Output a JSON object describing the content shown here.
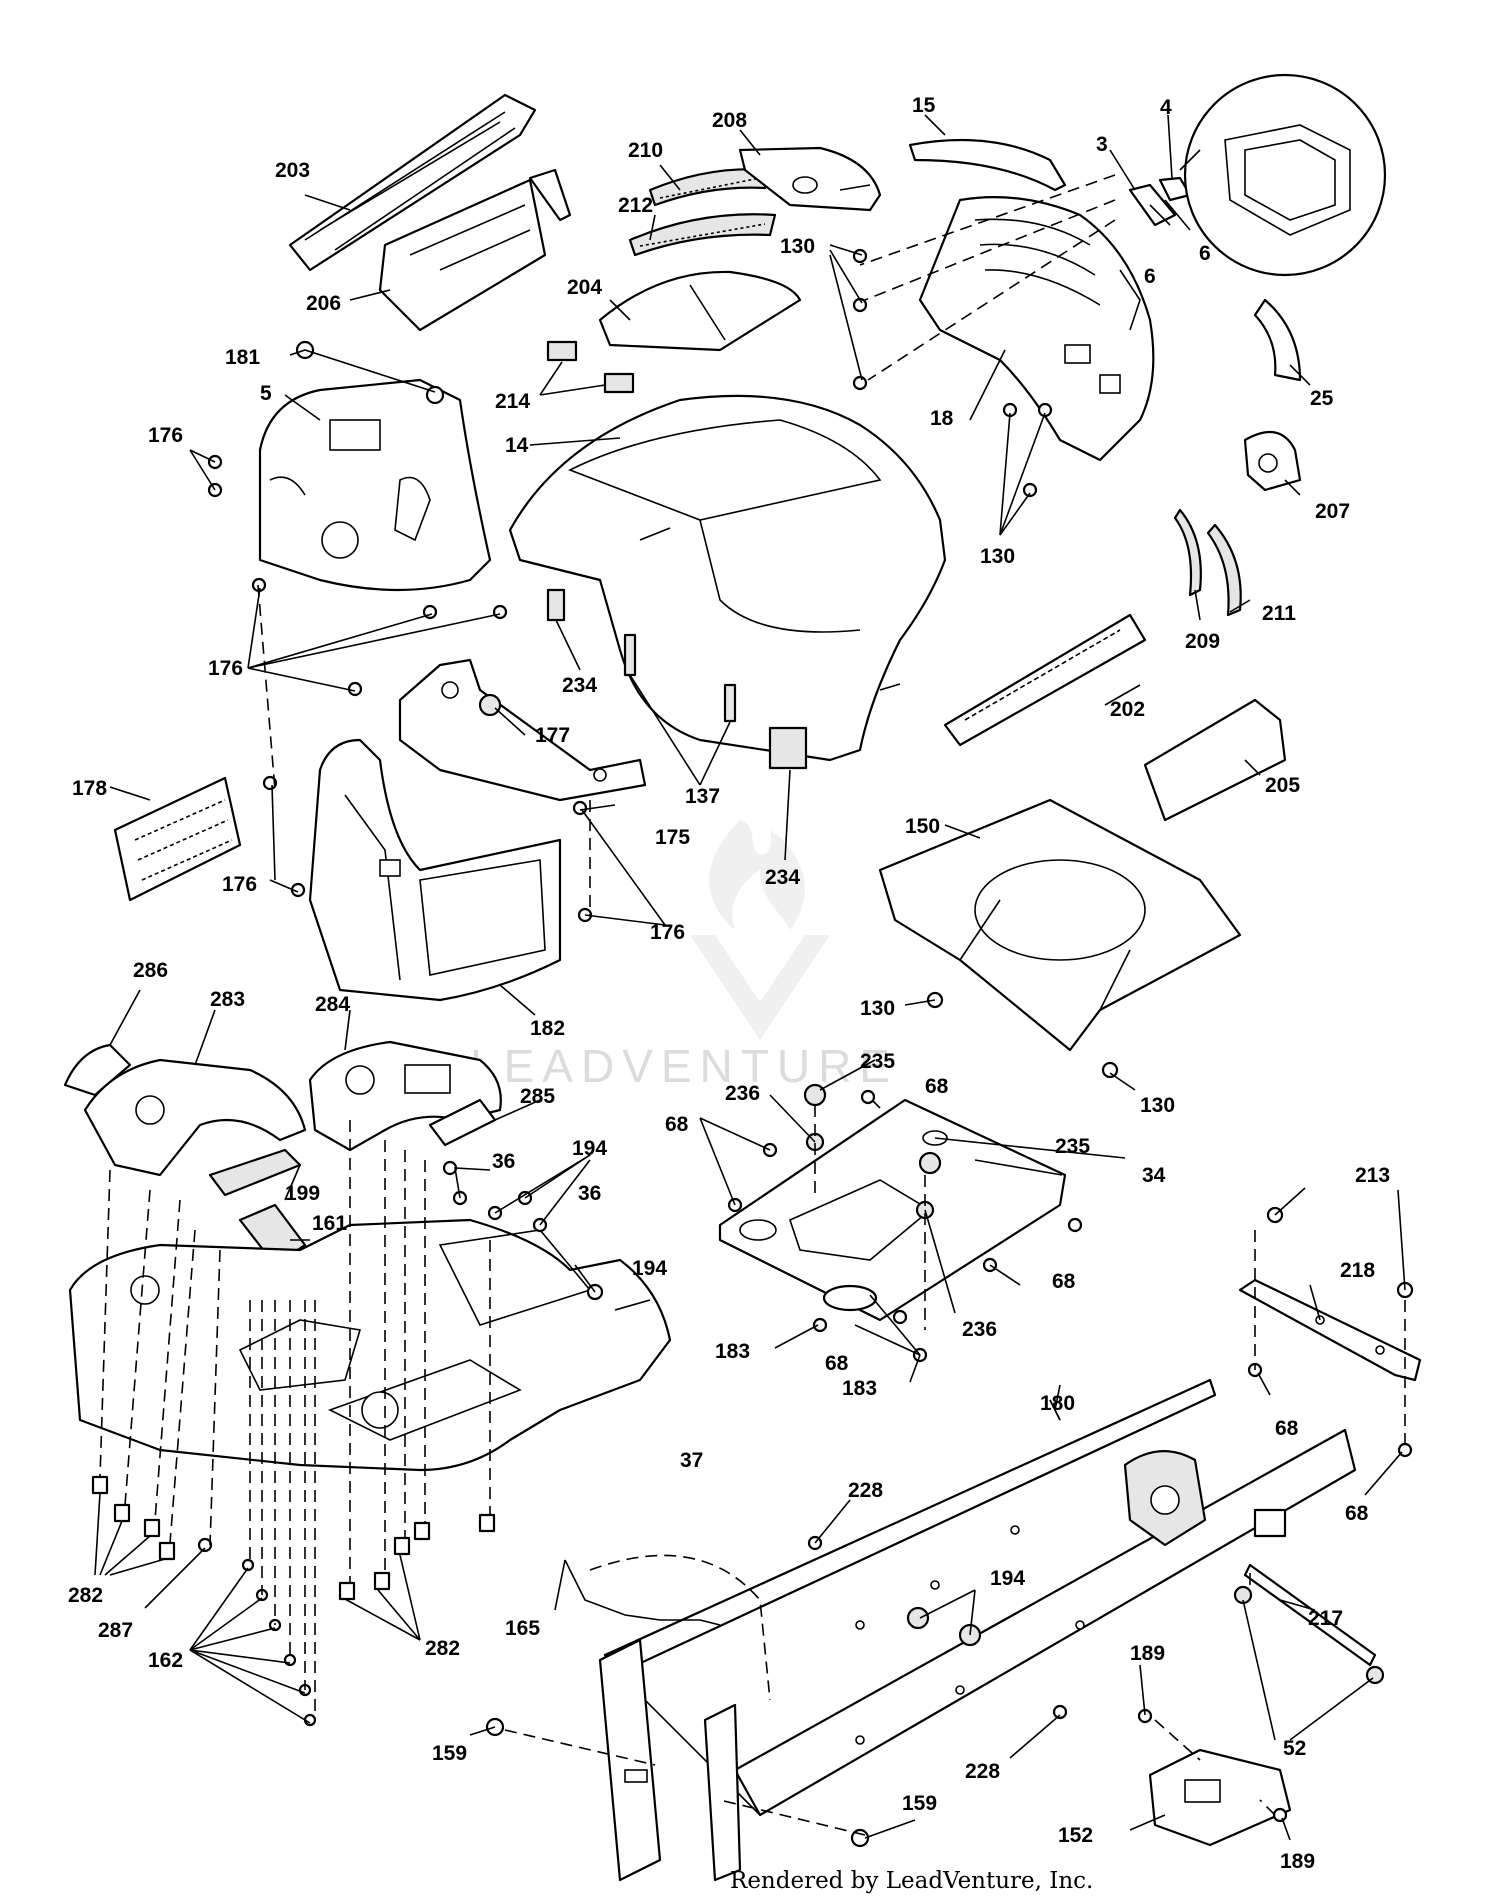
{
  "watermark": "LEADVENTURE",
  "credit": "Rendered by LeadVenture, Inc.",
  "callouts": [
    {
      "id": "203",
      "text": "203"
    },
    {
      "id": "206",
      "text": "206"
    },
    {
      "id": "210",
      "text": "210"
    },
    {
      "id": "212",
      "text": "212"
    },
    {
      "id": "208",
      "text": "208"
    },
    {
      "id": "15",
      "text": "15"
    },
    {
      "id": "3",
      "text": "3"
    },
    {
      "id": "4",
      "text": "4"
    },
    {
      "id": "6a",
      "text": "6"
    },
    {
      "id": "6b",
      "text": "6"
    },
    {
      "id": "130a",
      "text": "130"
    },
    {
      "id": "204",
      "text": "204"
    },
    {
      "id": "214",
      "text": "214"
    },
    {
      "id": "18",
      "text": "18"
    },
    {
      "id": "25",
      "text": "25"
    },
    {
      "id": "181",
      "text": "181"
    },
    {
      "id": "5",
      "text": "5"
    },
    {
      "id": "176a",
      "text": "176"
    },
    {
      "id": "14",
      "text": "14"
    },
    {
      "id": "130b",
      "text": "130"
    },
    {
      "id": "207",
      "text": "207"
    },
    {
      "id": "209",
      "text": "209"
    },
    {
      "id": "211",
      "text": "211"
    },
    {
      "id": "176b",
      "text": "176"
    },
    {
      "id": "177",
      "text": "177"
    },
    {
      "id": "234a",
      "text": "234"
    },
    {
      "id": "202",
      "text": "202"
    },
    {
      "id": "178",
      "text": "178"
    },
    {
      "id": "137",
      "text": "137"
    },
    {
      "id": "205",
      "text": "205"
    },
    {
      "id": "175",
      "text": "175"
    },
    {
      "id": "150",
      "text": "150"
    },
    {
      "id": "234b",
      "text": "234"
    },
    {
      "id": "176c",
      "text": "176"
    },
    {
      "id": "176d",
      "text": "176"
    },
    {
      "id": "130c",
      "text": "130"
    },
    {
      "id": "182",
      "text": "182"
    },
    {
      "id": "130d",
      "text": "130"
    },
    {
      "id": "286",
      "text": "286"
    },
    {
      "id": "283",
      "text": "283"
    },
    {
      "id": "284",
      "text": "284"
    },
    {
      "id": "235a",
      "text": "235"
    },
    {
      "id": "68a",
      "text": "68"
    },
    {
      "id": "236a",
      "text": "236"
    },
    {
      "id": "285",
      "text": "285"
    },
    {
      "id": "68b",
      "text": "68"
    },
    {
      "id": "235b",
      "text": "235"
    },
    {
      "id": "36a",
      "text": "36"
    },
    {
      "id": "194a",
      "text": "194"
    },
    {
      "id": "34",
      "text": "34"
    },
    {
      "id": "213",
      "text": "213"
    },
    {
      "id": "199",
      "text": "199"
    },
    {
      "id": "36b",
      "text": "36"
    },
    {
      "id": "161",
      "text": "161"
    },
    {
      "id": "218",
      "text": "218"
    },
    {
      "id": "194b",
      "text": "194"
    },
    {
      "id": "68c",
      "text": "68"
    },
    {
      "id": "183a",
      "text": "183"
    },
    {
      "id": "68d",
      "text": "68"
    },
    {
      "id": "236b",
      "text": "236"
    },
    {
      "id": "37",
      "text": "37"
    },
    {
      "id": "183b",
      "text": "183"
    },
    {
      "id": "68e",
      "text": "68"
    },
    {
      "id": "180",
      "text": "180"
    },
    {
      "id": "68f",
      "text": "68"
    },
    {
      "id": "228a",
      "text": "228"
    },
    {
      "id": "282a",
      "text": "282"
    },
    {
      "id": "287",
      "text": "287"
    },
    {
      "id": "194c",
      "text": "194"
    },
    {
      "id": "165",
      "text": "165"
    },
    {
      "id": "162",
      "text": "162"
    },
    {
      "id": "282b",
      "text": "282"
    },
    {
      "id": "217",
      "text": "217"
    },
    {
      "id": "189a",
      "text": "189"
    },
    {
      "id": "52",
      "text": "52"
    },
    {
      "id": "159a",
      "text": "159"
    },
    {
      "id": "228b",
      "text": "228"
    },
    {
      "id": "159b",
      "text": "159"
    },
    {
      "id": "152",
      "text": "152"
    },
    {
      "id": "189b",
      "text": "189"
    }
  ]
}
